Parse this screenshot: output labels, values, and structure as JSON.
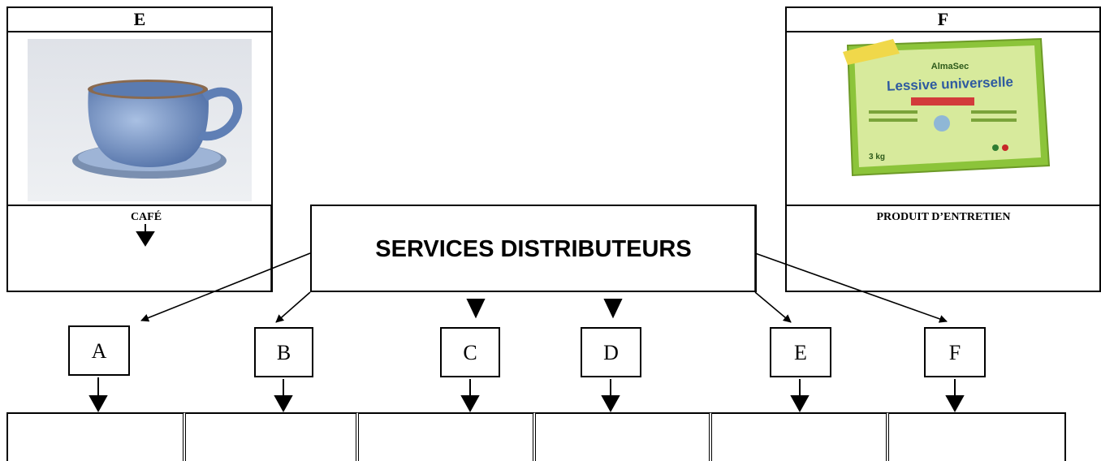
{
  "left_panel": {
    "header": "E",
    "caption": "CAFÉ"
  },
  "right_panel": {
    "header": "F",
    "caption": "PRODUIT D’ENTRETIEN",
    "package": {
      "brand": "AlmaSec",
      "title": "Lessive universelle",
      "weight": "3 kg"
    }
  },
  "center_box": {
    "label": "SERVICES DISTRIBUTEURS"
  },
  "mid_boxes": [
    {
      "label": "A"
    },
    {
      "label": "B"
    },
    {
      "label": "C"
    },
    {
      "label": "D"
    },
    {
      "label": "E"
    },
    {
      "label": "F"
    }
  ],
  "colors": {
    "cup": "#6f8fbf",
    "package": "#8cc43a",
    "line": "#000000"
  }
}
